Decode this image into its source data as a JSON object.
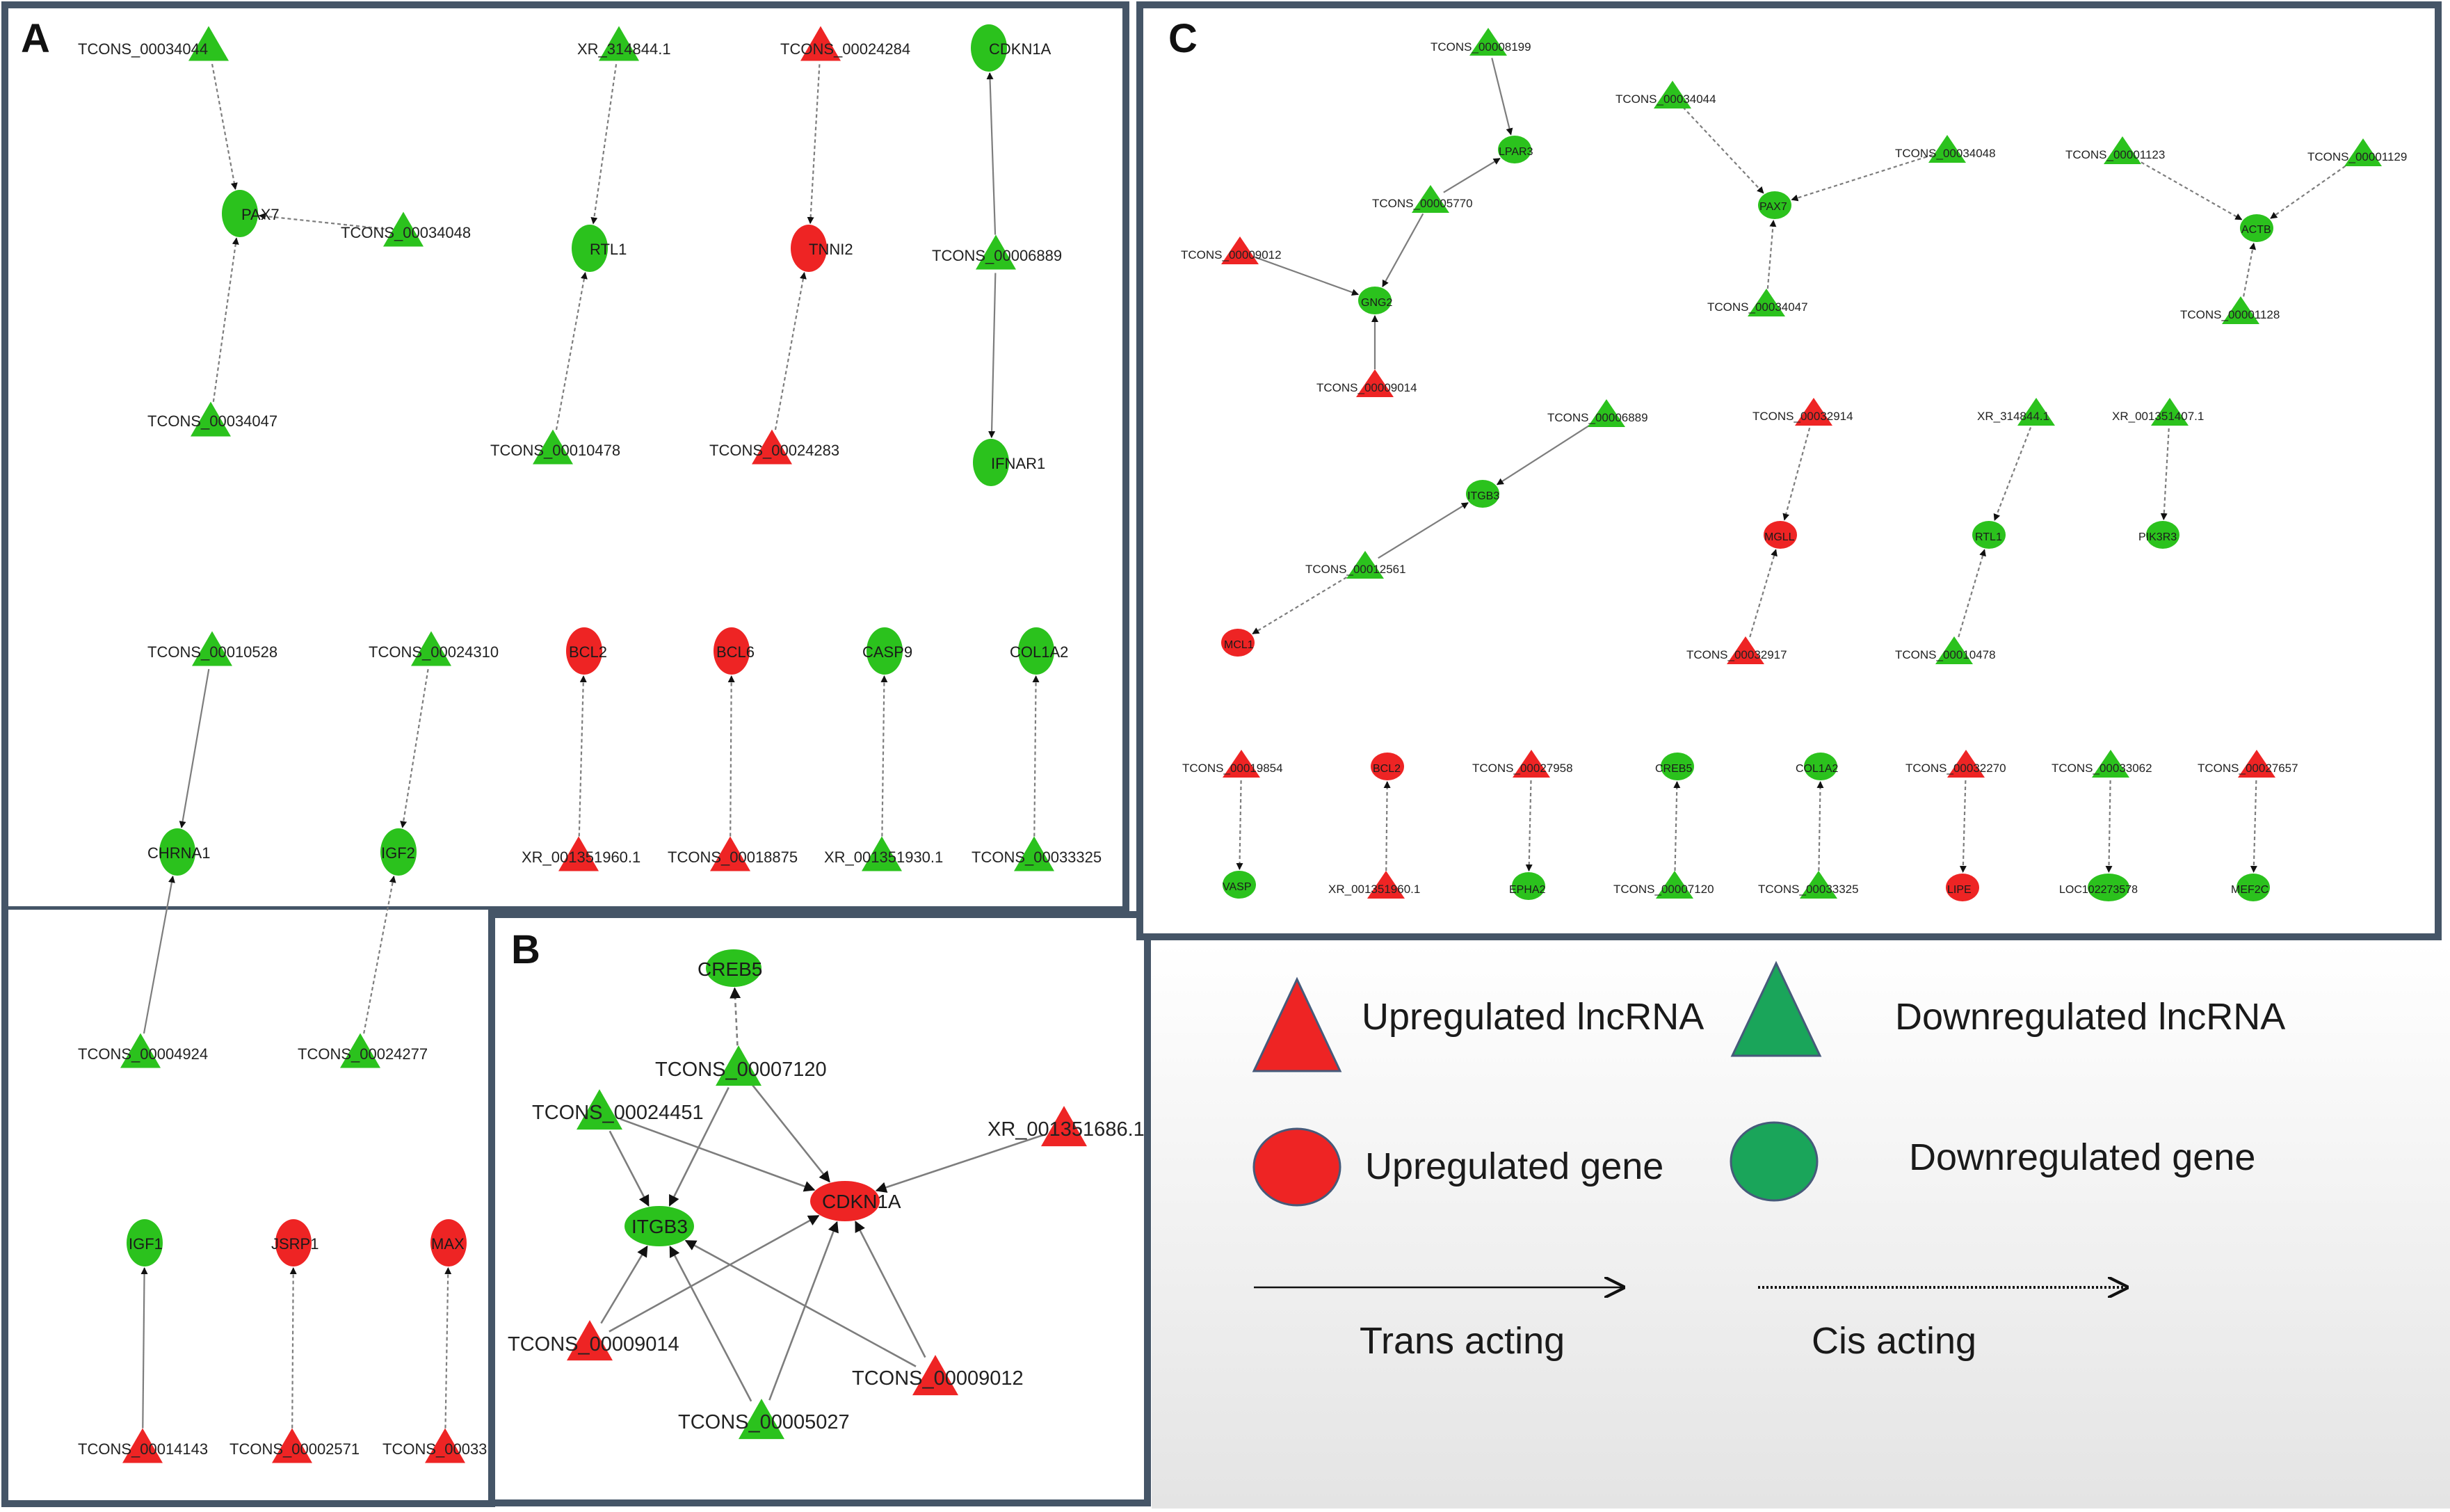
{
  "colors": {
    "up": "#ee2424",
    "down_node": "#2bc21d",
    "legend_down": "#1aa55a",
    "frame": "#455567",
    "edge": "#7d7d7d"
  },
  "panels": {
    "A": {
      "letter": "A",
      "nodes": [
        {
          "id": "a1",
          "label": "TCONS_00034044",
          "shape": "tri",
          "reg": "down"
        },
        {
          "id": "a2",
          "label": "PAX7",
          "shape": "ell",
          "reg": "down"
        },
        {
          "id": "a3",
          "label": "TCONS_00034048",
          "shape": "tri",
          "reg": "down"
        },
        {
          "id": "a4",
          "label": "TCONS_00034047",
          "shape": "tri",
          "reg": "down"
        },
        {
          "id": "a5",
          "label": "XR_314844.1",
          "shape": "tri",
          "reg": "down"
        },
        {
          "id": "a6",
          "label": "RTL1",
          "shape": "ell",
          "reg": "down"
        },
        {
          "id": "a7",
          "label": "TCONS_00010478",
          "shape": "tri",
          "reg": "down"
        },
        {
          "id": "a8",
          "label": "TCONS_00024284",
          "shape": "tri",
          "reg": "up"
        },
        {
          "id": "a9",
          "label": "TNNI2",
          "shape": "ell",
          "reg": "up"
        },
        {
          "id": "a10",
          "label": "TCONS_00024283",
          "shape": "tri",
          "reg": "up"
        },
        {
          "id": "a11",
          "label": "CDKN1A",
          "shape": "ell",
          "reg": "down"
        },
        {
          "id": "a12",
          "label": "TCONS_00006889",
          "shape": "tri",
          "reg": "down"
        },
        {
          "id": "a13",
          "label": "IFNAR1",
          "shape": "ell",
          "reg": "down"
        },
        {
          "id": "a14",
          "label": "TCONS_00010528",
          "shape": "tri",
          "reg": "down"
        },
        {
          "id": "a15",
          "label": "CHRNA1",
          "shape": "ell",
          "reg": "down"
        },
        {
          "id": "a16",
          "label": "TCONS_00004924",
          "shape": "tri",
          "reg": "down"
        },
        {
          "id": "a17",
          "label": "TCONS_00024310",
          "shape": "tri",
          "reg": "down"
        },
        {
          "id": "a18",
          "label": "IGF2",
          "shape": "ell",
          "reg": "down"
        },
        {
          "id": "a19",
          "label": "TCONS_00024277",
          "shape": "tri",
          "reg": "down"
        },
        {
          "id": "a20",
          "label": "BCL2",
          "shape": "ell",
          "reg": "up"
        },
        {
          "id": "a21",
          "label": "XR_001351960.1",
          "shape": "tri",
          "reg": "up"
        },
        {
          "id": "a22",
          "label": "BCL6",
          "shape": "ell",
          "reg": "up"
        },
        {
          "id": "a23",
          "label": "TCONS_00018875",
          "shape": "tri",
          "reg": "up"
        },
        {
          "id": "a24",
          "label": "CASP9",
          "shape": "ell",
          "reg": "down"
        },
        {
          "id": "a25",
          "label": "XR_001351930.1",
          "shape": "tri",
          "reg": "down"
        },
        {
          "id": "a26",
          "label": "COL1A2",
          "shape": "ell",
          "reg": "down"
        },
        {
          "id": "a27",
          "label": "TCONS_00033325",
          "shape": "tri",
          "reg": "down"
        },
        {
          "id": "a28",
          "label": "IGF1",
          "shape": "ell",
          "reg": "down"
        },
        {
          "id": "a29",
          "label": "TCONS_00014143",
          "shape": "tri",
          "reg": "up"
        },
        {
          "id": "a30",
          "label": "JSRP1",
          "shape": "ell",
          "reg": "up"
        },
        {
          "id": "a31",
          "label": "TCONS_00002571",
          "shape": "tri",
          "reg": "up"
        },
        {
          "id": "a32",
          "label": "MAX",
          "shape": "ell",
          "reg": "up"
        },
        {
          "id": "a33",
          "label": "TCONS_00033",
          "shape": "tri",
          "reg": "up"
        }
      ],
      "edges": [
        {
          "from": "a1",
          "to": "a2",
          "type": "cis"
        },
        {
          "from": "a3",
          "to": "a2",
          "type": "cis"
        },
        {
          "from": "a4",
          "to": "a2",
          "type": "cis"
        },
        {
          "from": "a5",
          "to": "a6",
          "type": "cis"
        },
        {
          "from": "a7",
          "to": "a6",
          "type": "cis"
        },
        {
          "from": "a8",
          "to": "a9",
          "type": "cis"
        },
        {
          "from": "a10",
          "to": "a9",
          "type": "cis"
        },
        {
          "from": "a12",
          "to": "a11",
          "type": "trans"
        },
        {
          "from": "a12",
          "to": "a13",
          "type": "trans"
        },
        {
          "from": "a14",
          "to": "a15",
          "type": "trans"
        },
        {
          "from": "a16",
          "to": "a15",
          "type": "trans"
        },
        {
          "from": "a17",
          "to": "a18",
          "type": "cis"
        },
        {
          "from": "a19",
          "to": "a18",
          "type": "cis"
        },
        {
          "from": "a21",
          "to": "a20",
          "type": "cis"
        },
        {
          "from": "a23",
          "to": "a22",
          "type": "cis"
        },
        {
          "from": "a25",
          "to": "a24",
          "type": "cis"
        },
        {
          "from": "a27",
          "to": "a26",
          "type": "cis"
        },
        {
          "from": "a29",
          "to": "a28",
          "type": "trans"
        },
        {
          "from": "a31",
          "to": "a30",
          "type": "cis"
        },
        {
          "from": "a33",
          "to": "a32",
          "type": "cis"
        }
      ]
    },
    "B": {
      "letter": "B",
      "nodes": [
        {
          "id": "b1",
          "label": "CREB5",
          "shape": "ell",
          "reg": "down"
        },
        {
          "id": "b2",
          "label": "TCONS_00007120",
          "shape": "tri",
          "reg": "down"
        },
        {
          "id": "b3",
          "label": "TCONS_00024451",
          "shape": "tri",
          "reg": "down"
        },
        {
          "id": "b4",
          "label": "XR_001351686.1",
          "shape": "tri",
          "reg": "up"
        },
        {
          "id": "b5",
          "label": "ITGB3",
          "shape": "ell",
          "reg": "down"
        },
        {
          "id": "b6",
          "label": "CDKN1A",
          "shape": "ell",
          "reg": "up"
        },
        {
          "id": "b7",
          "label": "TCONS_00009014",
          "shape": "tri",
          "reg": "up"
        },
        {
          "id": "b8",
          "label": "TCONS_00009012",
          "shape": "tri",
          "reg": "up"
        },
        {
          "id": "b9",
          "label": "TCONS_00005027",
          "shape": "tri",
          "reg": "down"
        }
      ],
      "edges": [
        {
          "from": "b2",
          "to": "b1",
          "type": "cis"
        },
        {
          "from": "b2",
          "to": "b5",
          "type": "trans"
        },
        {
          "from": "b2",
          "to": "b6",
          "type": "trans"
        },
        {
          "from": "b3",
          "to": "b5",
          "type": "trans"
        },
        {
          "from": "b3",
          "to": "b6",
          "type": "trans"
        },
        {
          "from": "b4",
          "to": "b6",
          "type": "trans"
        },
        {
          "from": "b7",
          "to": "b5",
          "type": "trans"
        },
        {
          "from": "b7",
          "to": "b6",
          "type": "trans"
        },
        {
          "from": "b8",
          "to": "b5",
          "type": "trans"
        },
        {
          "from": "b8",
          "to": "b6",
          "type": "trans"
        },
        {
          "from": "b9",
          "to": "b5",
          "type": "trans"
        },
        {
          "from": "b9",
          "to": "b6",
          "type": "trans"
        }
      ]
    },
    "C": {
      "letter": "C",
      "nodes": [
        {
          "id": "c1",
          "label": "TCONS_00008199",
          "shape": "tri",
          "reg": "down"
        },
        {
          "id": "c2",
          "label": "LPAR3",
          "shape": "ell",
          "reg": "down"
        },
        {
          "id": "c3",
          "label": "TCONS_00005770",
          "shape": "tri",
          "reg": "down"
        },
        {
          "id": "c4",
          "label": "TCONS_00009012",
          "shape": "tri",
          "reg": "up"
        },
        {
          "id": "c5",
          "label": "GNG2",
          "shape": "ell",
          "reg": "down"
        },
        {
          "id": "c6",
          "label": "TCONS_00009014",
          "shape": "tri",
          "reg": "up"
        },
        {
          "id": "c7",
          "label": "TCONS_00034044",
          "shape": "tri",
          "reg": "down"
        },
        {
          "id": "c8",
          "label": "PAX7",
          "shape": "ell",
          "reg": "down"
        },
        {
          "id": "c9",
          "label": "TCONS_00034048",
          "shape": "tri",
          "reg": "down"
        },
        {
          "id": "c10",
          "label": "TCONS_00034047",
          "shape": "tri",
          "reg": "down"
        },
        {
          "id": "c11",
          "label": "TCONS_00001123",
          "shape": "tri",
          "reg": "down"
        },
        {
          "id": "c12",
          "label": "ACTB",
          "shape": "ell",
          "reg": "down"
        },
        {
          "id": "c13",
          "label": "TCONS_00001129",
          "shape": "tri",
          "reg": "down"
        },
        {
          "id": "c14",
          "label": "TCONS_00001128",
          "shape": "tri",
          "reg": "down"
        },
        {
          "id": "c15",
          "label": "TCONS_00006889",
          "shape": "tri",
          "reg": "down"
        },
        {
          "id": "c16",
          "label": "ITGB3",
          "shape": "ell",
          "reg": "down"
        },
        {
          "id": "c17",
          "label": "TCONS_00012561",
          "shape": "tri",
          "reg": "down"
        },
        {
          "id": "c18",
          "label": "MCL1",
          "shape": "ell",
          "reg": "up"
        },
        {
          "id": "c19",
          "label": "TCONS_00032914",
          "shape": "tri",
          "reg": "up"
        },
        {
          "id": "c20",
          "label": "MGLL",
          "shape": "ell",
          "reg": "up"
        },
        {
          "id": "c21",
          "label": "TCONS_00032917",
          "shape": "tri",
          "reg": "up"
        },
        {
          "id": "c22",
          "label": "XR_314844.1",
          "shape": "tri",
          "reg": "down"
        },
        {
          "id": "c23",
          "label": "RTL1",
          "shape": "ell",
          "reg": "down"
        },
        {
          "id": "c24",
          "label": "TCONS_00010478",
          "shape": "tri",
          "reg": "down"
        },
        {
          "id": "c25",
          "label": "XR_001351407.1",
          "shape": "tri",
          "reg": "down"
        },
        {
          "id": "c26",
          "label": "PIK3R3",
          "shape": "ell",
          "reg": "down"
        },
        {
          "id": "c27",
          "label": "TCONS_00019854",
          "shape": "tri",
          "reg": "up"
        },
        {
          "id": "c28",
          "label": "VASP",
          "shape": "ell",
          "reg": "down"
        },
        {
          "id": "c29",
          "label": "BCL2",
          "shape": "ell",
          "reg": "up"
        },
        {
          "id": "c30",
          "label": "XR_001351960.1",
          "shape": "tri",
          "reg": "up"
        },
        {
          "id": "c31",
          "label": "TCONS_00027958",
          "shape": "tri",
          "reg": "up"
        },
        {
          "id": "c32",
          "label": "EPHA2",
          "shape": "ell",
          "reg": "down"
        },
        {
          "id": "c33",
          "label": "CREB5",
          "shape": "ell",
          "reg": "down"
        },
        {
          "id": "c34",
          "label": "TCONS_00007120",
          "shape": "tri",
          "reg": "down"
        },
        {
          "id": "c35",
          "label": "COL1A2",
          "shape": "ell",
          "reg": "down"
        },
        {
          "id": "c36",
          "label": "TCONS_00033325",
          "shape": "tri",
          "reg": "down"
        },
        {
          "id": "c37",
          "label": "TCONS_00032270",
          "shape": "tri",
          "reg": "up"
        },
        {
          "id": "c38",
          "label": "LIPE",
          "shape": "ell",
          "reg": "up"
        },
        {
          "id": "c39",
          "label": "TCONS_00033062",
          "shape": "tri",
          "reg": "down"
        },
        {
          "id": "c40",
          "label": "LOC102273578",
          "shape": "ell",
          "reg": "down"
        },
        {
          "id": "c41",
          "label": "TCONS_00027657",
          "shape": "tri",
          "reg": "up"
        },
        {
          "id": "c42",
          "label": "MEF2C",
          "shape": "ell",
          "reg": "down"
        }
      ],
      "edges": [
        {
          "from": "c1",
          "to": "c2",
          "type": "trans"
        },
        {
          "from": "c3",
          "to": "c2",
          "type": "trans"
        },
        {
          "from": "c3",
          "to": "c5",
          "type": "trans"
        },
        {
          "from": "c4",
          "to": "c5",
          "type": "trans"
        },
        {
          "from": "c6",
          "to": "c5",
          "type": "trans"
        },
        {
          "from": "c7",
          "to": "c8",
          "type": "cis"
        },
        {
          "from": "c9",
          "to": "c8",
          "type": "cis"
        },
        {
          "from": "c10",
          "to": "c8",
          "type": "cis"
        },
        {
          "from": "c11",
          "to": "c12",
          "type": "cis"
        },
        {
          "from": "c13",
          "to": "c12",
          "type": "cis"
        },
        {
          "from": "c14",
          "to": "c12",
          "type": "cis"
        },
        {
          "from": "c15",
          "to": "c16",
          "type": "trans"
        },
        {
          "from": "c17",
          "to": "c16",
          "type": "trans"
        },
        {
          "from": "c17",
          "to": "c18",
          "type": "cis"
        },
        {
          "from": "c19",
          "to": "c20",
          "type": "cis"
        },
        {
          "from": "c21",
          "to": "c20",
          "type": "cis"
        },
        {
          "from": "c22",
          "to": "c23",
          "type": "cis"
        },
        {
          "from": "c24",
          "to": "c23",
          "type": "cis"
        },
        {
          "from": "c25",
          "to": "c26",
          "type": "cis"
        },
        {
          "from": "c27",
          "to": "c28",
          "type": "cis"
        },
        {
          "from": "c30",
          "to": "c29",
          "type": "cis"
        },
        {
          "from": "c31",
          "to": "c32",
          "type": "cis"
        },
        {
          "from": "c34",
          "to": "c33",
          "type": "cis"
        },
        {
          "from": "c36",
          "to": "c35",
          "type": "cis"
        },
        {
          "from": "c37",
          "to": "c38",
          "type": "cis"
        },
        {
          "from": "c39",
          "to": "c40",
          "type": "cis"
        },
        {
          "from": "c41",
          "to": "c42",
          "type": "cis"
        }
      ]
    }
  },
  "legend": {
    "up_lncrna": "Upregulated lncRNA",
    "down_lncrna": "Downregulated lncRNA",
    "up_gene": "Upregulated gene",
    "down_gene": "Downregulated gene",
    "trans": "Trans acting",
    "cis": "Cis acting"
  }
}
